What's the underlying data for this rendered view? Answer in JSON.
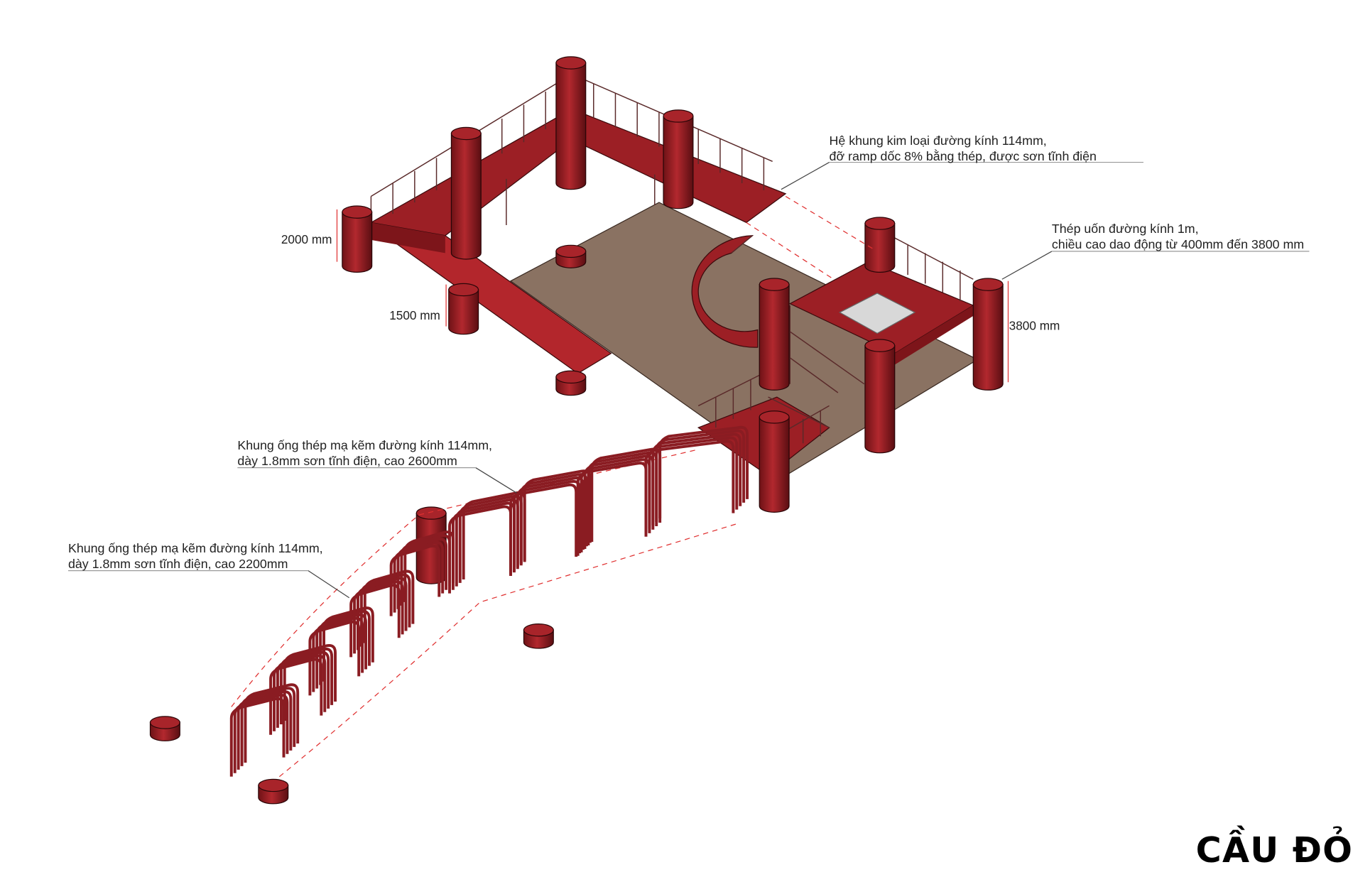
{
  "annotations": {
    "frame_system": [
      "Hệ khung kim loại đường kính 114mm,",
      "đỡ ramp dốc 8% bằng thép, được sơn tĩnh điện"
    ],
    "bent_steel": [
      "Thép uốn đường kính 1m,",
      "chiều cao dao động từ 400mm đến 3800 mm"
    ],
    "tube_frame_2600": [
      "Khung ống thép mạ kẽm đường kính 114mm,",
      "dày 1.8mm sơn tĩnh điện, cao 2600mm"
    ],
    "tube_frame_2200": [
      "Khung ống thép mạ kẽm đường kính 114mm,",
      "dày 1.8mm sơn tĩnh điện, cao 2200mm"
    ]
  },
  "dimensions": {
    "d2000": "2000 mm",
    "d1500": "1500 mm",
    "d3800": "3800 mm"
  },
  "title": "CẦU ĐỎ",
  "colors": {
    "structure": "#9c1f25",
    "floor": "#8a7262",
    "dashed_guides": "#e03030"
  }
}
